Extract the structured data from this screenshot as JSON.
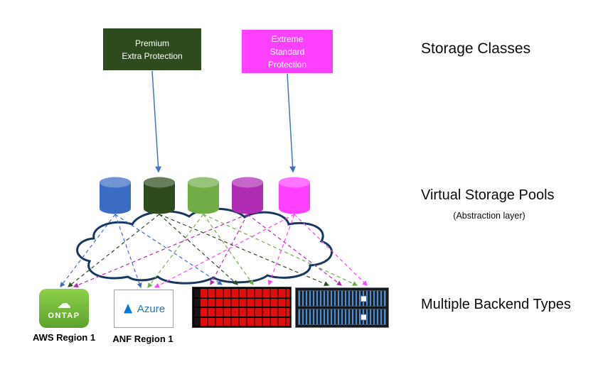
{
  "section_labels": {
    "storage_classes": "Storage Classes",
    "virtual_storage_pools": "Virtual Storage Pools",
    "abstraction_layer": "(Abstraction layer)",
    "multiple_backend_types": "Multiple Backend Types"
  },
  "storage_class_boxes": {
    "premium": {
      "label": "Premium\nExtra Protection",
      "color": "#2e4b1e"
    },
    "extreme": {
      "label": "Extreme\nStandard\nProtection",
      "color": "#ff40ff"
    }
  },
  "pools": {
    "colors": [
      "#3b6cc4",
      "#2e4b1e",
      "#70ad47",
      "#b02cb5",
      "#ff40ff"
    ]
  },
  "colors": {
    "arrow": "#4472c4",
    "cloud_stroke": "#17375e",
    "ontap_green": "#76c043",
    "azure_blue": "#0078d4"
  },
  "backends": {
    "ontap": {
      "label": "ONTAP",
      "region_label": "AWS Region 1"
    },
    "azure": {
      "label": "Azure",
      "region_label": "ANF Region 1"
    }
  },
  "connections": [
    {
      "pool": 1,
      "targets": [
        "ontap",
        "azure",
        "red-array"
      ]
    },
    {
      "pool": 2,
      "targets": [
        "ontap",
        "red-array",
        "netapp-array"
      ]
    },
    {
      "pool": 3,
      "targets": [
        "azure",
        "red-array",
        "netapp-array"
      ]
    },
    {
      "pool": 4,
      "targets": [
        "ontap",
        "red-array",
        "netapp-array"
      ]
    },
    {
      "pool": 5,
      "targets": [
        "azure",
        "red-array",
        "netapp-array"
      ]
    }
  ]
}
